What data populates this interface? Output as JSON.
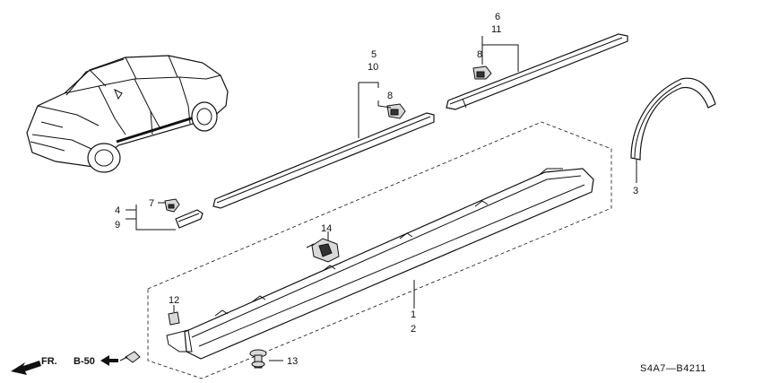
{
  "diagram": {
    "code": "S4A7—B4211",
    "front_label": "FR.",
    "ref_label": "B-50",
    "callouts": {
      "c1": "1",
      "c2": "2",
      "c3": "3",
      "c4": "4",
      "c5": "5",
      "c6": "6",
      "c7": "7",
      "c8a": "8",
      "c8b": "8",
      "c9": "9",
      "c10": "10",
      "c11": "11",
      "c12": "12",
      "c13": "13",
      "c14": "14"
    }
  }
}
